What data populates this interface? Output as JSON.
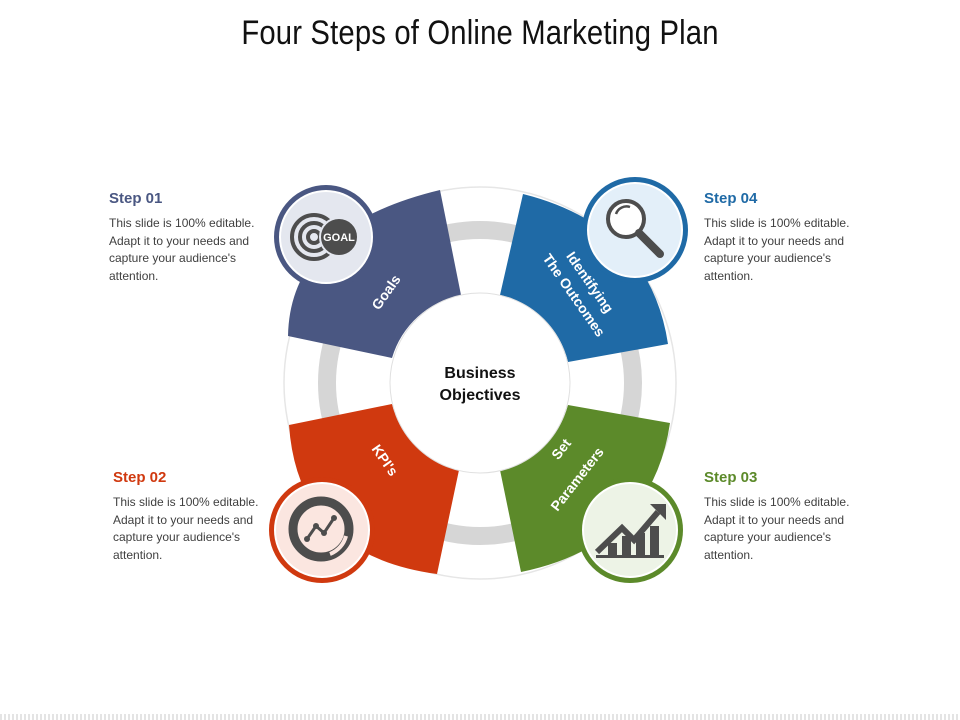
{
  "title": "Four Steps of Online Marketing Plan",
  "center_label": [
    "Business",
    "Objectives"
  ],
  "steps": [
    {
      "heading": "Step 01",
      "text": "This slide is 100% editable. Adapt it to your needs and capture your audience's attention.",
      "segment_label": [
        "Goals"
      ],
      "color": "#4a5782",
      "icon": "goal-target-icon"
    },
    {
      "heading": "Step  02",
      "text": "This slide is 100% editable. Adapt it to your needs and capture your audience's attention.",
      "segment_label": [
        "KPI's"
      ],
      "color": "#d0390f",
      "icon": "kpi-chart-icon"
    },
    {
      "heading": "Step  03",
      "text": "This slide is 100% editable. Adapt it to your needs and capture your audience's attention.",
      "segment_label": [
        "Set",
        "Parameters"
      ],
      "color": "#5c8a2a",
      "icon": "growth-chart-icon"
    },
    {
      "heading": "Step  04",
      "text": "This slide is 100% editable. Adapt it to your needs and capture your audience's attention.",
      "segment_label": [
        "Identifying",
        "The Outcomes"
      ],
      "color": "#1f6aa6",
      "icon": "magnifier-icon"
    }
  ],
  "icon_text": {
    "goal": "GOAL"
  },
  "colors": {
    "ring_gray": "#d6d6d6",
    "ring_bg": "#f2f2f2",
    "circle_bg": "#ffffff"
  }
}
